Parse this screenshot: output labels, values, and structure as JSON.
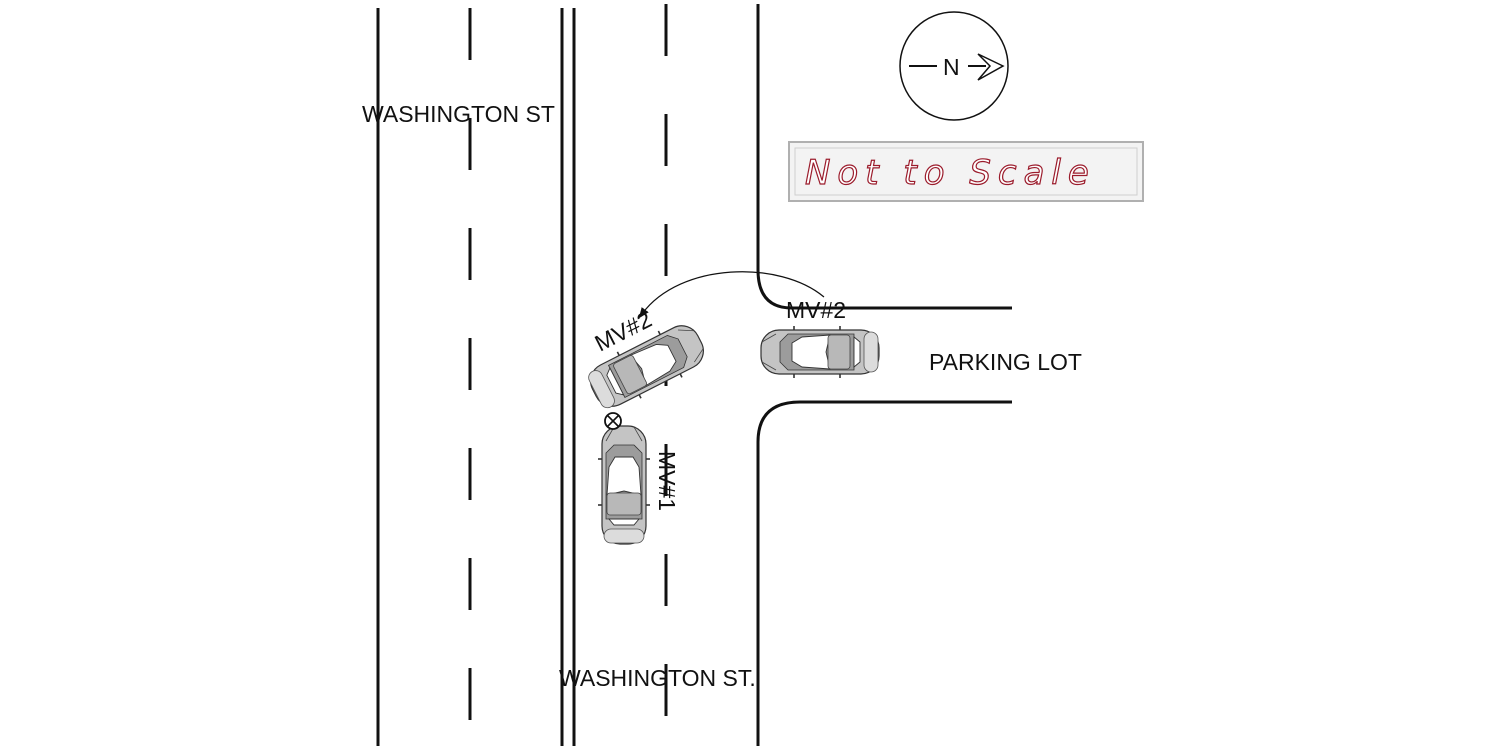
{
  "labels": {
    "street_top": "WASHINGTON ST",
    "street_bottom": "WASHINGTON ST.",
    "parking_lot": "PARKING LOT",
    "vehicle_2_start": "MV#2",
    "vehicle_2_impact": "MV#2",
    "vehicle_1": "MV#1"
  },
  "north_arrow": {
    "letter": "N"
  },
  "scale_note": {
    "text": "Not to Scale"
  },
  "colors": {
    "line": "#111111",
    "car_body": "#c4c4c4",
    "car_glass": "#ffffff",
    "scale_text": "#9b1c2c"
  }
}
